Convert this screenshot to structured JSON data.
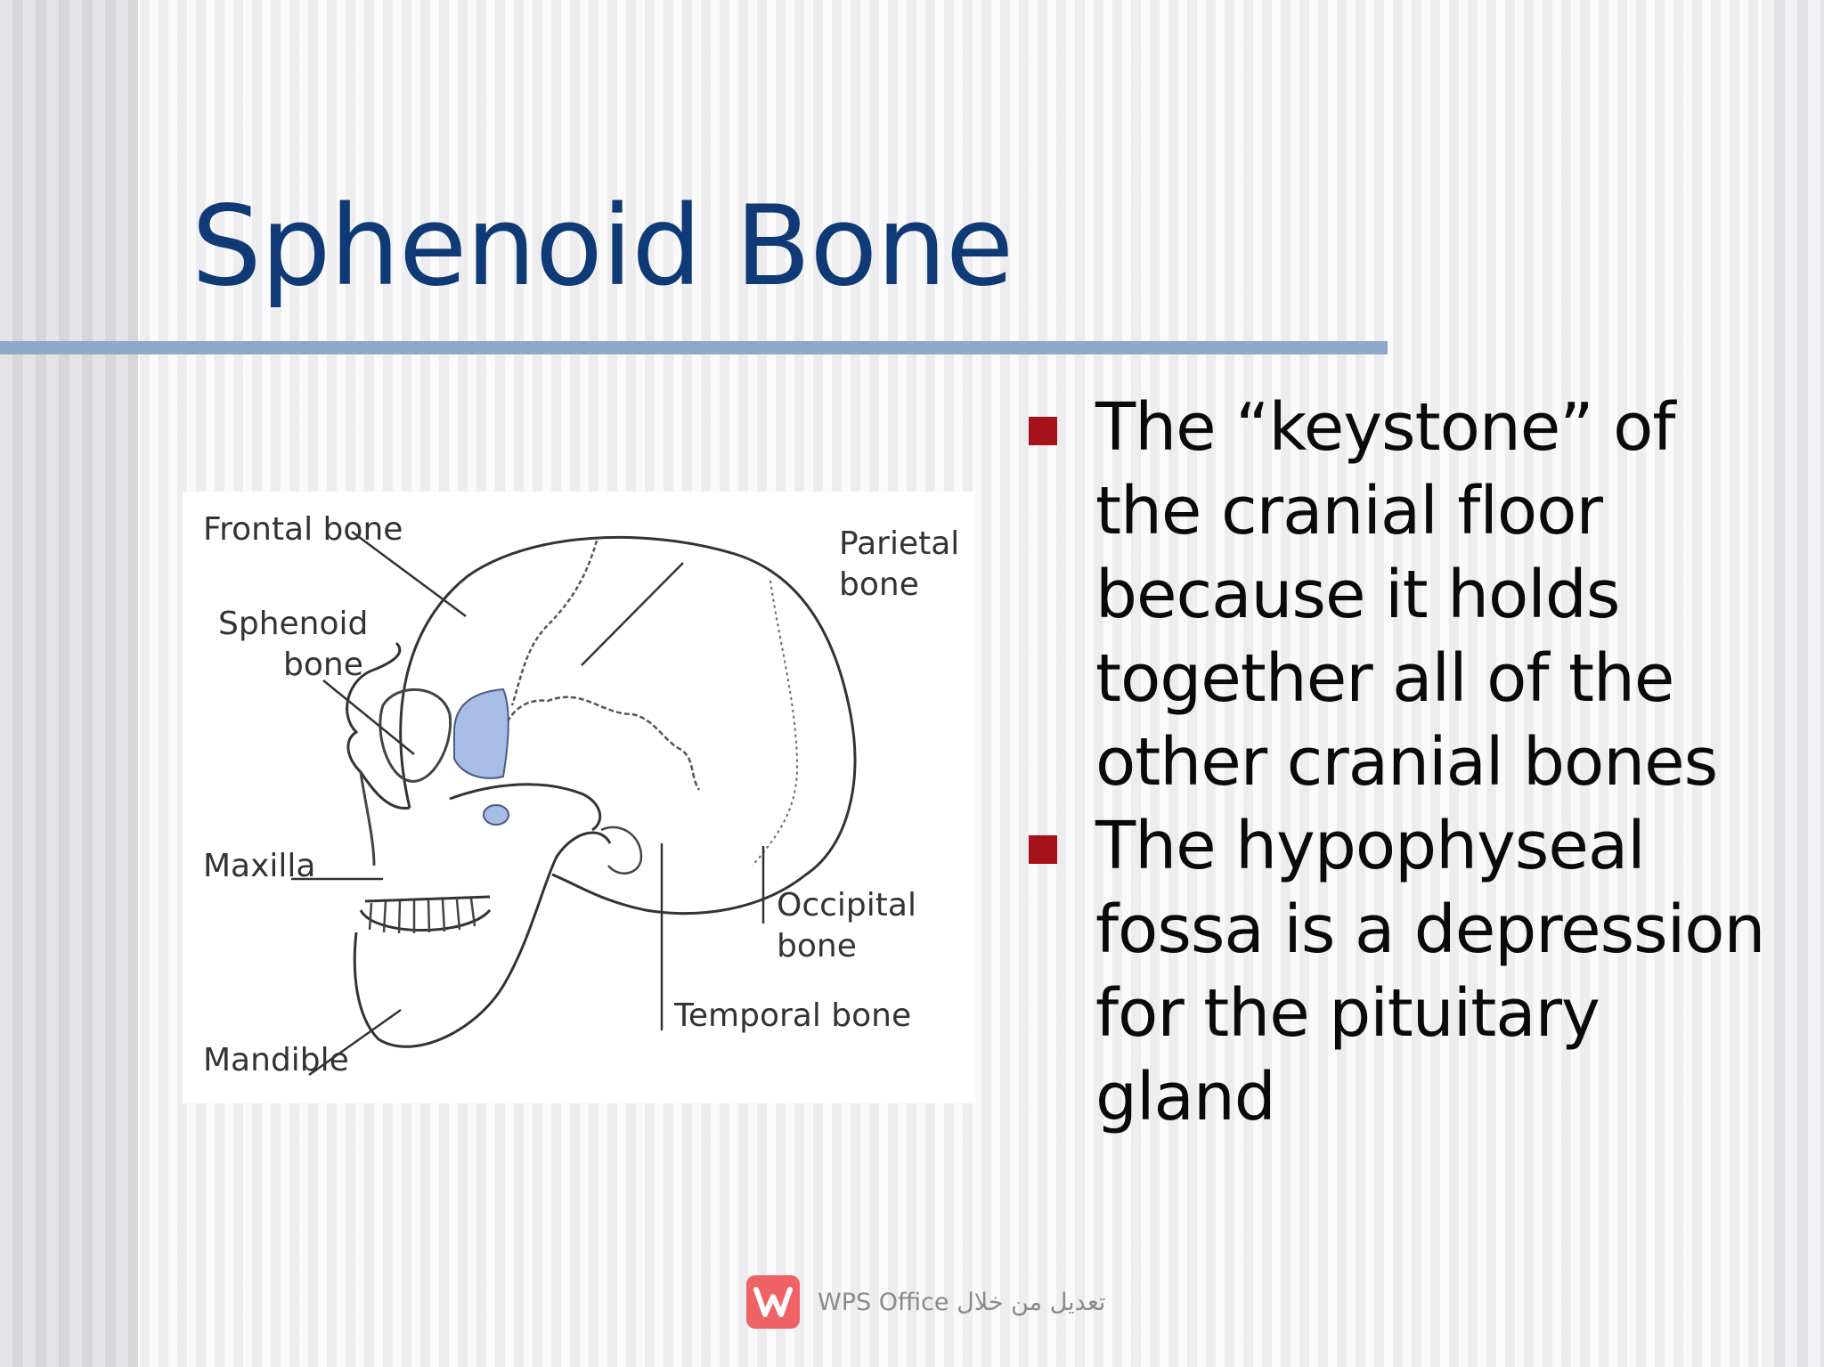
{
  "slide": {
    "title": "Sphenoid Bone"
  },
  "figure": {
    "labels": {
      "frontal": "Frontal bone",
      "sphenoid_line1": "Sphenoid",
      "sphenoid_line2": "bone",
      "maxilla": "Maxilla",
      "mandible": "Mandible",
      "parietal_line1": "Parietal",
      "parietal_line2": "bone",
      "occipital_line1": "Occipital",
      "occipital_line2": "bone",
      "temporal": "Temporal bone"
    },
    "highlight_color": "#a8bde6"
  },
  "bullets": [
    "The “keystone” of the cranial floor because it holds together all of the other cranial bones",
    "The hypophyseal fossa is a depression for the pituitary gland"
  ],
  "watermark": {
    "text": "WPS Office تعديل من خلال",
    "icon": "wps-logo-icon"
  },
  "colors": {
    "title": "#0f3a76",
    "rule": "#8ea9cb",
    "bullet_marker": "#a5121a"
  }
}
